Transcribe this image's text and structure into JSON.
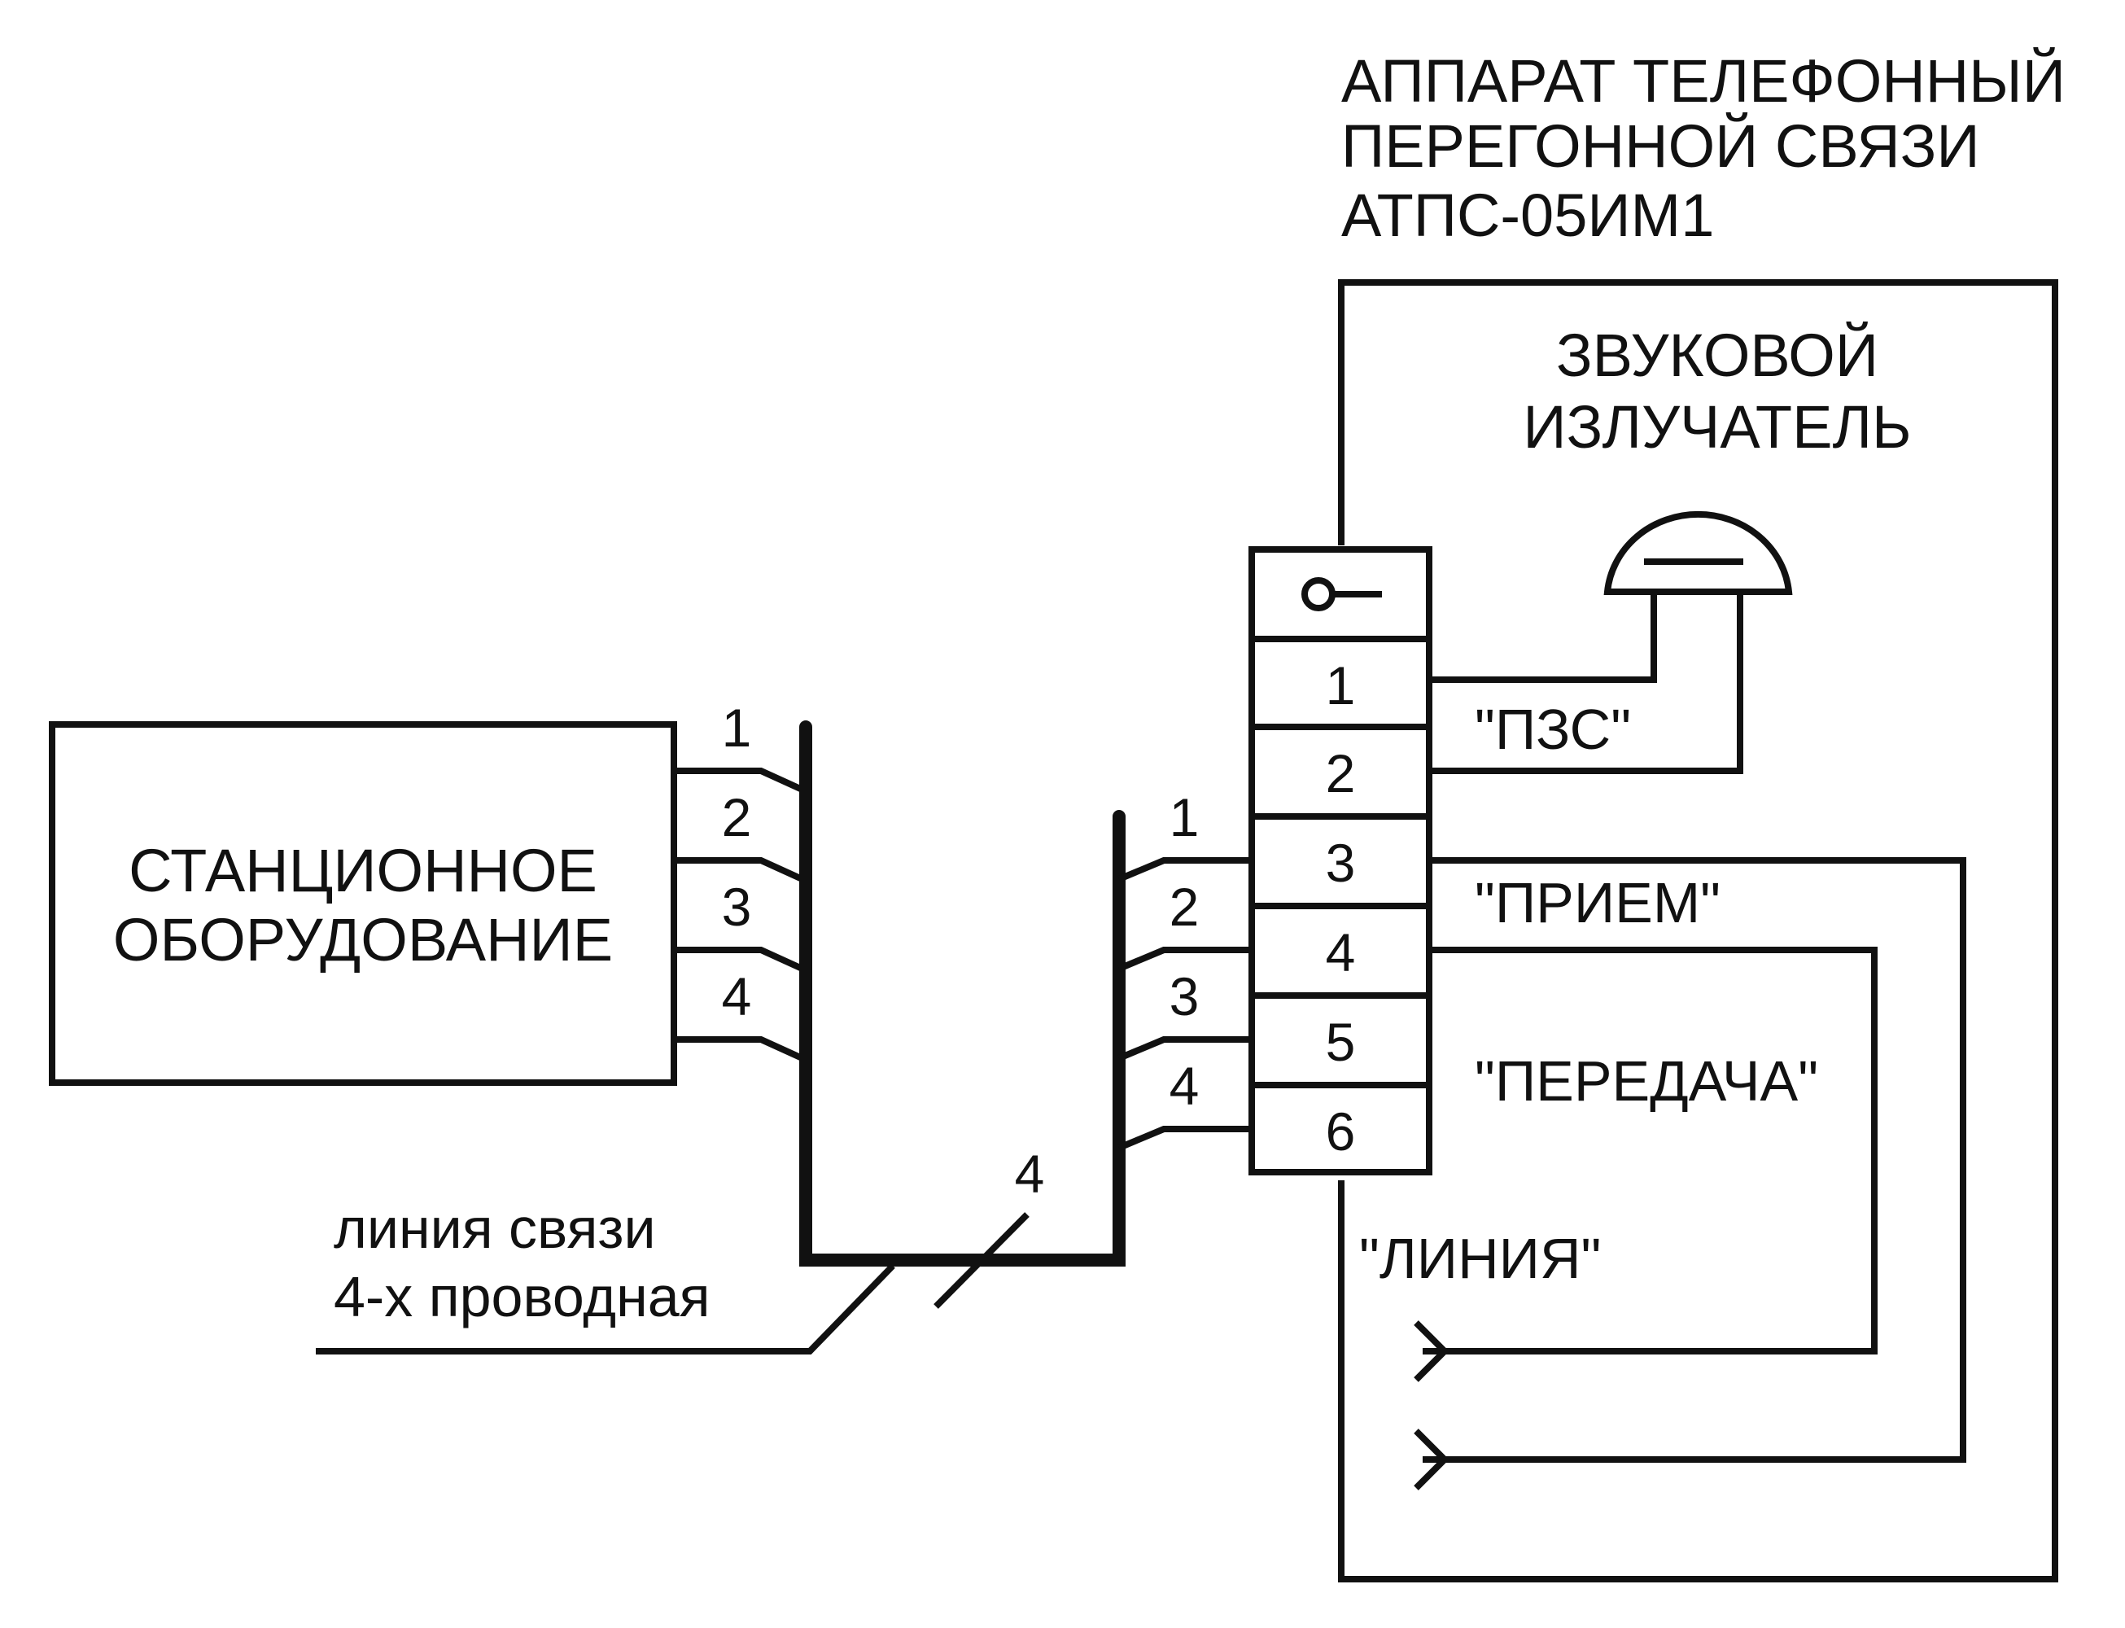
{
  "device": {
    "title_lines": [
      "АППАРАТ ТЕЛЕФОННЫЙ",
      "ПЕРЕГОННОЙ СВЯЗИ",
      "АТПС-05ИМ1"
    ],
    "emitter_lines": [
      "ЗВУКОВОЙ",
      "ИЗЛУЧАТЕЛЬ"
    ],
    "terminal_numbers": [
      "1",
      "2",
      "3",
      "4",
      "5",
      "6"
    ],
    "signal_labels": {
      "pzs": "\"ПЗС\"",
      "receive": "\"ПРИЕМ\"",
      "transmit": "\"ПЕРЕДАЧА\"",
      "line": "\"ЛИНИЯ\""
    }
  },
  "station": {
    "label_lines": [
      "СТАНЦИОННОЕ",
      "ОБОРУДОВАНИЕ"
    ],
    "wire_numbers": [
      "1",
      "2",
      "3",
      "4"
    ]
  },
  "cable": {
    "right_wire_numbers": [
      "1",
      "2",
      "3",
      "4"
    ],
    "wire_count": "4",
    "caption_lines": [
      "линия связи",
      "4-х проводная"
    ]
  },
  "colors": {
    "ink": "#111111",
    "background": "#ffffff"
  }
}
